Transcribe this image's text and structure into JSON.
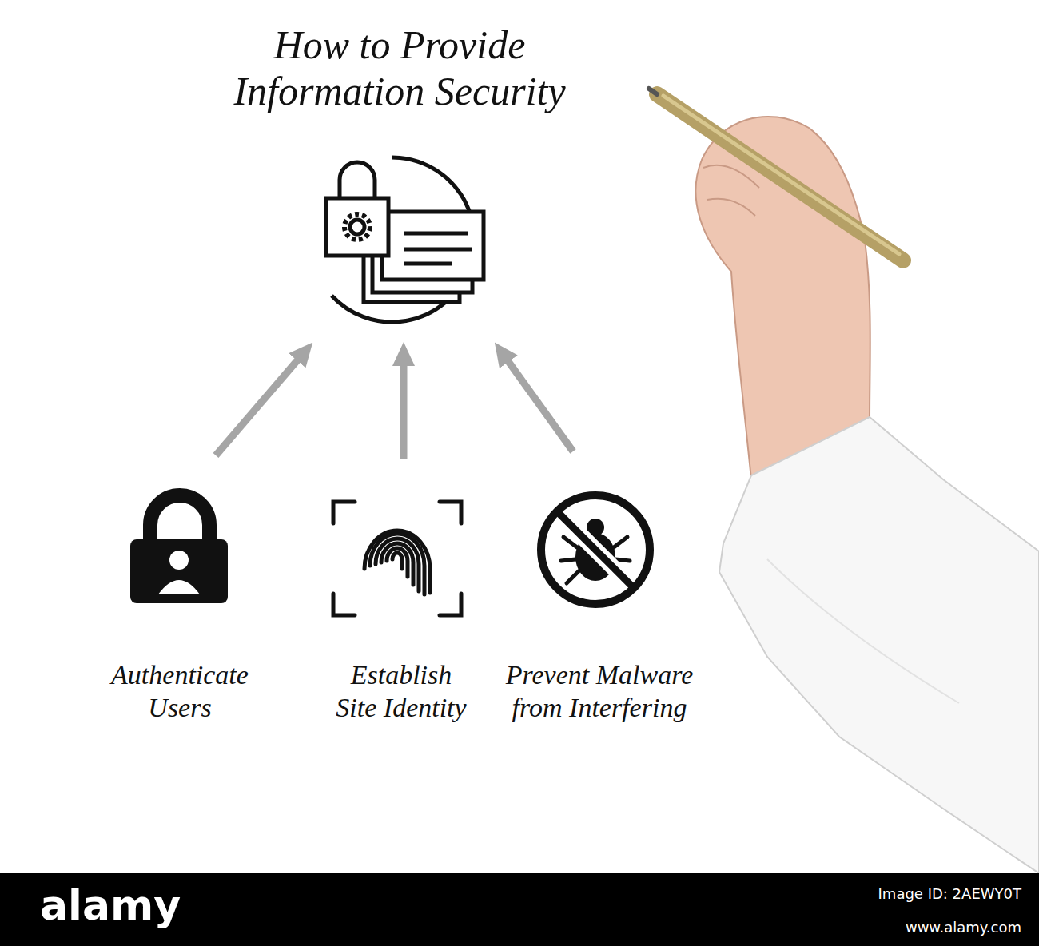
{
  "diagram": {
    "nodes": [
      {
        "text": [
          "How to Provide Information Security"
        ]
      },
      {
        "text": [
          "Authenticate Users"
        ]
      },
      {
        "text": [
          "Establish Site Identity"
        ]
      },
      {
        "text": [
          "Prevent Malware from Interfering"
        ]
      }
    ],
    "edges": [
      {
        "from": 1,
        "to": 0,
        "arrow": "to"
      },
      {
        "from": 2,
        "to": 0,
        "arrow": "to"
      },
      {
        "from": 3,
        "to": 0,
        "arrow": "to"
      }
    ],
    "labels": [
      "alamy",
      "Image ID: 2AEWY0T",
      "www.alamy.com"
    ]
  }
}
